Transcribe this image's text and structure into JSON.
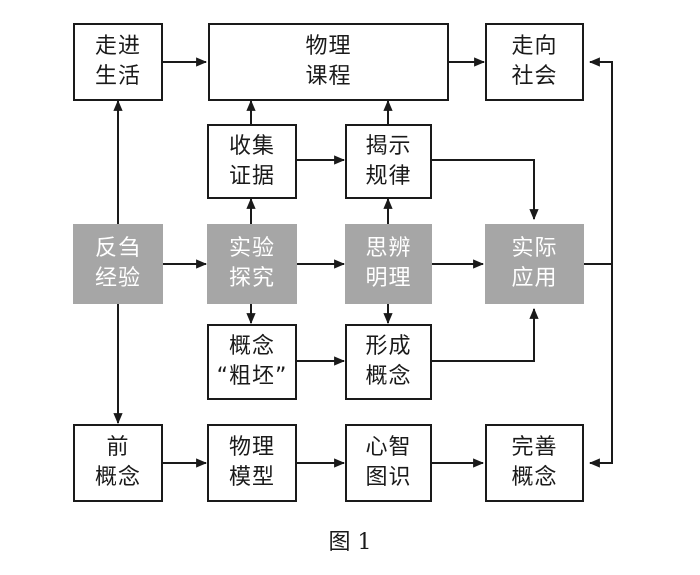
{
  "boxes": {
    "zoujin_shenghuo": {
      "line1": "走进",
      "line2": "生活"
    },
    "wuli_kecheng": {
      "line1": "物理",
      "line2": "课程"
    },
    "zouxiang_shehui": {
      "line1": "走向",
      "line2": "社会"
    },
    "shouji_zhengju": {
      "line1": "收集",
      "line2": "证据"
    },
    "jieshi_guilv": {
      "line1": "揭示",
      "line2": "规律"
    },
    "fansi_jingyan": {
      "line1": "反刍",
      "line2": "经验"
    },
    "shiyan_tanjiu": {
      "line1": "实验",
      "line2": "探究"
    },
    "sibian_mingli": {
      "line1": "思辨",
      "line2": "明理"
    },
    "shiji_yingyong": {
      "line1": "实际",
      "line2": "应用"
    },
    "gainian_cupi": {
      "line1": "概念",
      "line2": "“粗坯”"
    },
    "xingcheng_gainian": {
      "line1": "形成",
      "line2": "概念"
    },
    "qian_gainian": {
      "line1": "前",
      "line2": "概念"
    },
    "wuli_moxing": {
      "line1": "物理",
      "line2": "模型"
    },
    "xinzhi_tushi": {
      "line1": "心智",
      "line2": "图识"
    },
    "wanshan_gainian": {
      "line1": "完善",
      "line2": "概念"
    }
  },
  "caption": "图 1",
  "colors": {
    "line": "#1a1a1a",
    "grey_fill": "#a6a6a6",
    "grey_text": "#ffffff"
  }
}
